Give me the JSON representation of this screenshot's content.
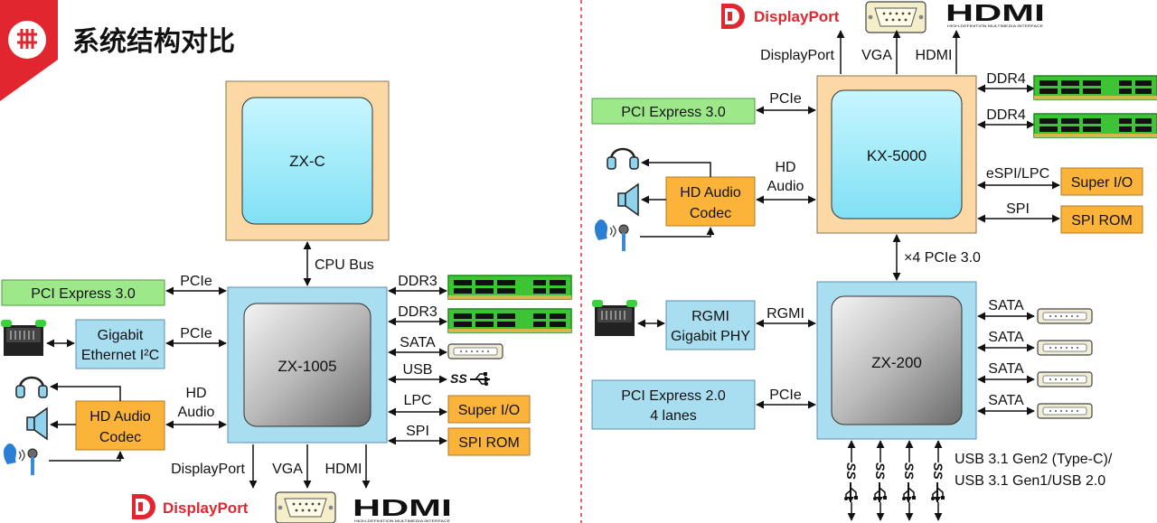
{
  "page": {
    "title": "系统结构对比",
    "brand_color": "#e2262f",
    "colors": {
      "chip_fill": "#a8ecf8",
      "pkg_fill": "#fcd9a4",
      "bus_box_fill": "#a8def0",
      "pci_green": "#9de98a",
      "codec_orange": "#fbb33a",
      "ram_green": "#3cc434",
      "divider_red": "#e23030"
    }
  },
  "left": {
    "cpu_label": "ZX-C",
    "cpu_bus_label": "CPU Bus",
    "chipset_label": "ZX-1005",
    "pci_express_box": "PCI Express 3.0",
    "pcie_label_1": "PCIe",
    "pcie_label_2": "PCIe",
    "gigabit_line1": "Gigabit",
    "gigabit_line2": "Ethernet I²C",
    "hd_audio_line1": "HD",
    "hd_audio_line2": "Audio",
    "codec_line1": "HD Audio",
    "codec_line2": "Codec",
    "ddr_label_1": "DDR3",
    "ddr_label_2": "DDR3",
    "sata_label": "SATA",
    "usb_label": "USB",
    "lpc_label": "LPC",
    "spi_label": "SPI",
    "super_io": "Super I/O",
    "spi_rom": "SPI ROM",
    "displayport_label": "DisplayPort",
    "vga_label": "VGA",
    "hdmi_label": "HDMI",
    "usb_logo_text": "SS"
  },
  "right": {
    "cpu_label": "KX-5000",
    "chipset_label": "ZX-200",
    "displayport_label": "DisplayPort",
    "vga_label": "VGA",
    "hdmi_label": "HDMI",
    "pci_express_box": "PCI Express 3.0",
    "pcie_label": "PCIe",
    "hd_audio_line1": "HD",
    "hd_audio_line2": "Audio",
    "codec_line1": "HD Audio",
    "codec_line2": "Codec",
    "ddr_label_1": "DDR4",
    "ddr_label_2": "DDR4",
    "espi_label": "eSPI/LPC",
    "spi_label": "SPI",
    "super_io": "Super I/O",
    "spi_rom": "SPI ROM",
    "link_label": "×4 PCIe 3.0",
    "rgmi_box_line1": "RGMI",
    "rgmi_box_line2": "Gigabit PHY",
    "rgmi_label": "RGMI",
    "pci2_line1": "PCI Express 2.0",
    "pci2_line2": "4 lanes",
    "pcie_label_2": "PCIe",
    "sata_labels": [
      "SATA",
      "SATA",
      "SATA",
      "SATA"
    ],
    "usb_line1": "USB 3.1 Gen2 (Type-C)/",
    "usb_line2": "USB 3.1 Gen1/USB 2.0",
    "usb_logo_text": "SS"
  },
  "logos": {
    "displayport_text": "DisplayPort",
    "hdmi_text": "HDMI",
    "hdmi_tagline": "HIGH-DEFINITION MULTIMEDIA INTERFACE"
  },
  "icons": {
    "title_logo": "brand-logo-icon",
    "headphones": "headphones-icon",
    "speaker": "speaker-icon",
    "microphone": "microphone-icon",
    "ethernet_port": "ethernet-port-icon",
    "ram_module": "ram-module-icon",
    "sata_connector": "sata-connector-icon",
    "vga_connector": "vga-connector-icon",
    "usb_superspeed": "usb-superspeed-icon"
  }
}
